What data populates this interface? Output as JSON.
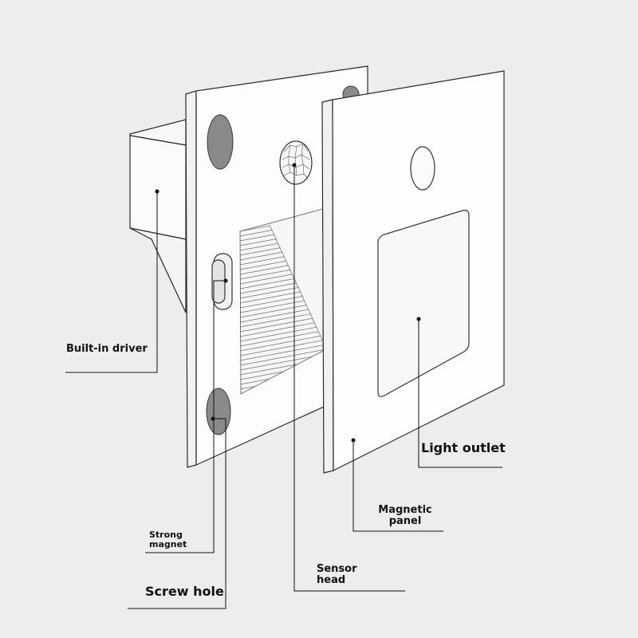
{
  "labels": {
    "built_in_driver": "Built-in driver",
    "light_outlet": "Light outlet",
    "magnetic_panel_line1": "Magnetic",
    "magnetic_panel_line2": "panel",
    "strong_magnet_line1": "Strong",
    "strong_magnet_line2": "magnet",
    "sensor_head_line1": "Sensor",
    "sensor_head_line2": "head",
    "screw_hole": "Screw hole"
  },
  "colors": {
    "background": "#ededed",
    "panel_fill": "#fdfdfd",
    "outline": "#2a2a2a",
    "magnet_fill": "#8a8a8a",
    "leader_line": "#111111"
  }
}
